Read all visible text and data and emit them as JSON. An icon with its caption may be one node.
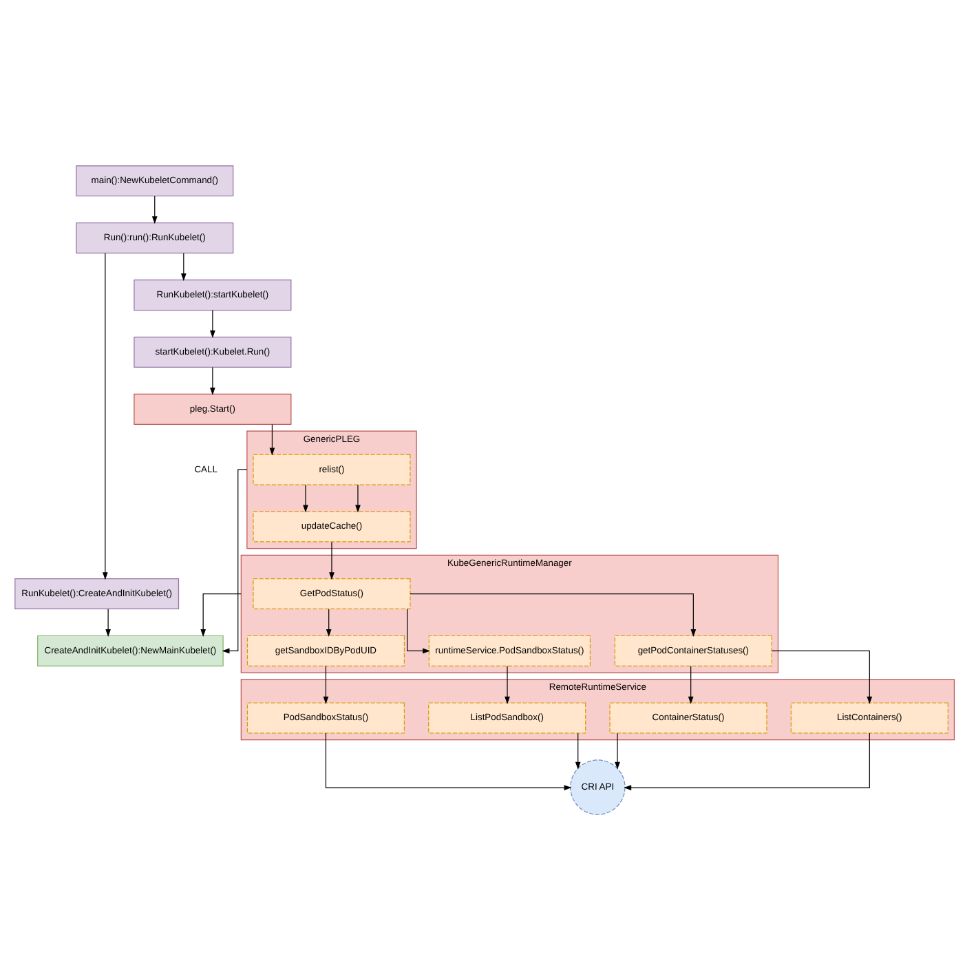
{
  "diagram": {
    "nodes": [
      {
        "text": [
          "main():NewKubeletCommand()"
        ]
      },
      {
        "text": [
          "RunKubelet():CreateAndInitKubelet()"
        ]
      },
      {
        "text": [
          "Run():run():RunKubelet()"
        ]
      },
      {
        "text": [
          "CreateAndInitKubelet():NewMainKubelet()"
        ]
      },
      {
        "text": [
          "RunKubelet():startKubelet()"
        ]
      },
      {
        "text": [
          "GenericPLEG"
        ]
      },
      {
        "text": [
          "relist()"
        ],
        "in": 5
      },
      {
        "text": [
          "updateCache()"
        ],
        "in": 5
      },
      {
        "text": [
          "startKubelet():Kubelet.Run()"
        ]
      },
      {
        "text": [
          "pleg.Start()"
        ]
      },
      {
        "text": [
          "KubeGenericRuntimeManager"
        ]
      },
      {
        "text": [
          "GetPodStatus()"
        ],
        "in": 10
      },
      {
        "text": [
          "getSandboxIDByPodUID"
        ],
        "in": 10
      },
      {
        "text": [
          "runtimeService.PodSandboxStatus()"
        ],
        "in": 10
      },
      {
        "text": [
          "getPodContainerStatuses()"
        ],
        "in": 10
      },
      {
        "text": [
          "CRI API"
        ]
      },
      {
        "text": [
          "RemoteRuntimeService"
        ]
      },
      {
        "text": [
          "ListPodSandbox()"
        ],
        "in": 16
      },
      {
        "text": [
          "PodSandboxStatus()"
        ],
        "in": 16
      },
      {
        "text": [
          "ListContainers()"
        ],
        "in": 16
      },
      {
        "text": [
          "ContainerStatus()"
        ],
        "in": 16
      }
    ],
    "edges": [
      {
        "from": 0,
        "to": 2,
        "arrow": "to"
      },
      {
        "from": 2,
        "to": 4,
        "arrow": "to"
      },
      {
        "from": 4,
        "to": 8,
        "arrow": "to"
      },
      {
        "from": 8,
        "to": 9,
        "arrow": "to"
      },
      {
        "from": 2,
        "to": 1,
        "arrow": "to"
      },
      {
        "from": 1,
        "to": 3,
        "arrow": "to"
      },
      {
        "from": 5,
        "to": 3,
        "arrow": "to"
      },
      {
        "from": 9,
        "to": 6,
        "arrow": "to"
      },
      {
        "from": 6,
        "to": 7,
        "arrow": "to"
      },
      {
        "from": 6,
        "to": 7,
        "arrow": "to"
      },
      {
        "from": 7,
        "to": 11,
        "arrow": "to"
      },
      {
        "from": 11,
        "to": 12,
        "arrow": "to"
      },
      {
        "from": 11,
        "to": 13,
        "arrow": "to"
      },
      {
        "from": 11,
        "to": 14,
        "arrow": "to"
      },
      {
        "from": 10,
        "to": 3,
        "arrow": "to"
      },
      {
        "from": 12,
        "to": 18,
        "arrow": "to"
      },
      {
        "from": 13,
        "to": 17,
        "arrow": "to"
      },
      {
        "from": 14,
        "to": 19,
        "arrow": "to"
      },
      {
        "from": 14,
        "to": 20,
        "arrow": "to"
      },
      {
        "from": 17,
        "to": 15,
        "arrow": "to"
      },
      {
        "from": 18,
        "to": 15,
        "arrow": "to"
      },
      {
        "from": 19,
        "to": 15,
        "arrow": "to"
      },
      {
        "from": 20,
        "to": 15,
        "arrow": "to"
      }
    ],
    "labels": [
      "CALL"
    ]
  }
}
